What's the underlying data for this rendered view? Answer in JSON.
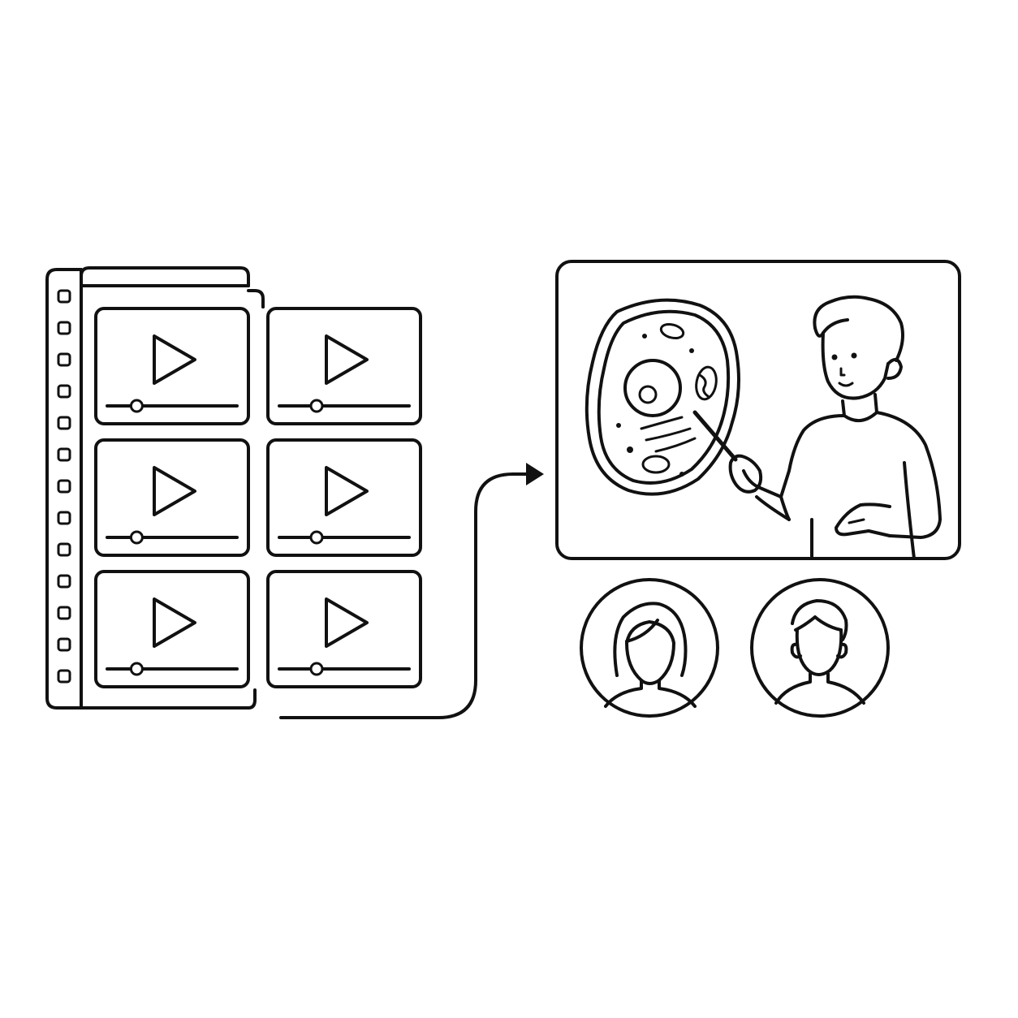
{
  "diagram": {
    "line_color": "#111111",
    "background_color": "#ffffff",
    "video_library": {
      "icon": "film-strip-icon",
      "thumbnails": [
        {
          "icon": "play-icon",
          "progress": 0.14
        },
        {
          "icon": "play-icon",
          "progress": 0.2
        },
        {
          "icon": "play-icon",
          "progress": 0.14
        },
        {
          "icon": "play-icon",
          "progress": 0.2
        },
        {
          "icon": "play-icon",
          "progress": 0.14
        },
        {
          "icon": "play-icon",
          "progress": 0.2
        }
      ]
    },
    "connector": {
      "icon": "arrow-right-icon"
    },
    "lesson_screen": {
      "icon": "presentation-screen-icon",
      "content": "cell-diagram-icon",
      "presenter": "teacher-with-pointer-icon"
    },
    "participants": [
      {
        "icon": "female-avatar-icon"
      },
      {
        "icon": "male-avatar-icon"
      }
    ]
  }
}
